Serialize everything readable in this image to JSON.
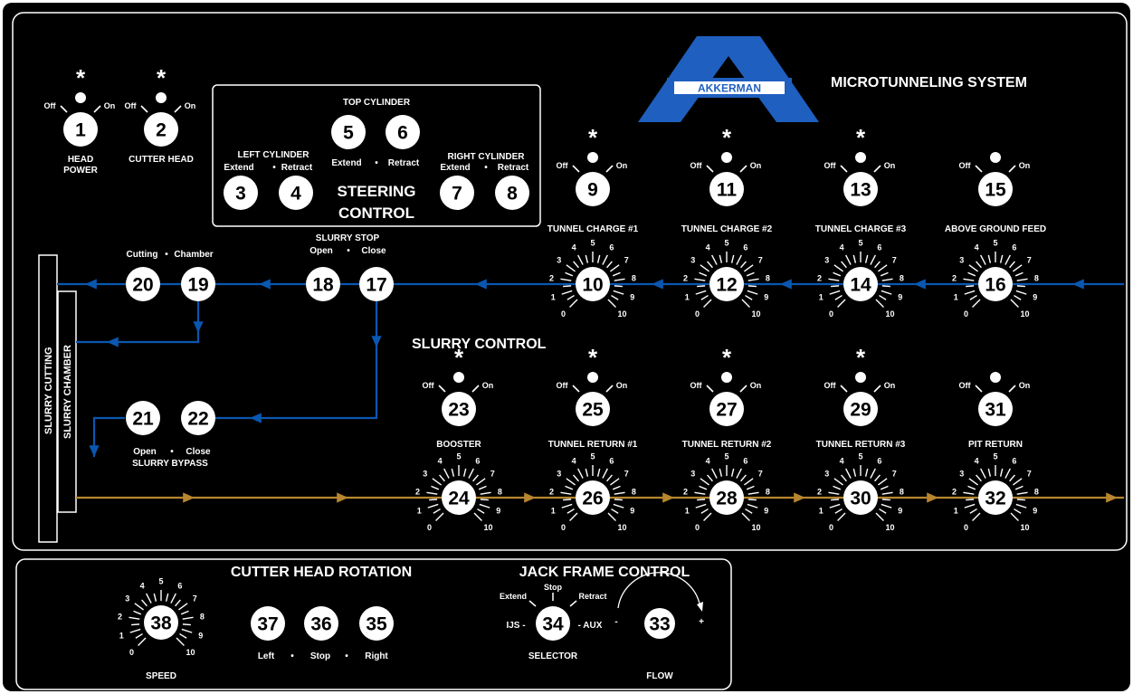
{
  "brand": {
    "logo_text": "AKKERMAN",
    "system_title": "MICROTUNNELING SYSTEM",
    "colors": {
      "panel": "#000000",
      "border": "#ffffff",
      "slurry_blue": "#0a57b0",
      "bypass_gold": "#b8862e",
      "logo_blue": "#1f5fbf"
    }
  },
  "switches": {
    "s1": {
      "number": "1",
      "left": "Off",
      "right": "On",
      "caption1": "HEAD",
      "caption2": "POWER",
      "indicator": "*"
    },
    "s2": {
      "number": "2",
      "left": "Off",
      "right": "On",
      "caption1": "CUTTER HEAD",
      "indicator": "*"
    },
    "s9": {
      "number": "9",
      "left": "Off",
      "right": "On",
      "indicator": "*"
    },
    "s11": {
      "number": "11",
      "left": "Off",
      "right": "On",
      "indicator": "*"
    },
    "s13": {
      "number": "13",
      "left": "Off",
      "right": "On",
      "indicator": "*"
    },
    "s15": {
      "number": "15",
      "left": "Off",
      "right": "On"
    },
    "s23": {
      "number": "23",
      "left": "Off",
      "right": "On",
      "indicator": "*"
    },
    "s25": {
      "number": "25",
      "left": "Off",
      "right": "On",
      "indicator": "*"
    },
    "s27": {
      "number": "27",
      "left": "Off",
      "right": "On",
      "indicator": "*"
    },
    "s29": {
      "number": "29",
      "left": "Off",
      "right": "On",
      "indicator": "*"
    },
    "s31": {
      "number": "31",
      "left": "Off",
      "right": "On"
    }
  },
  "steering": {
    "top_title": "TOP CYLINDER",
    "top_extend": "Extend",
    "top_sep": "•",
    "top_retract": "Retract",
    "left_title": "LEFT CYLINDER",
    "left_extend": "Extend",
    "left_sep": "•",
    "left_retract": "Retract",
    "right_title": "RIGHT CYLINDER",
    "right_extend": "Extend",
    "right_sep": "•",
    "right_retract": "Retract",
    "title1": "STEERING",
    "title2": "CONTROL",
    "buttons": [
      "3",
      "4",
      "5",
      "6",
      "7",
      "8"
    ]
  },
  "dials": {
    "d10": {
      "number": "10",
      "caption": "TUNNEL CHARGE #1"
    },
    "d12": {
      "number": "12",
      "caption": "TUNNEL CHARGE #2"
    },
    "d14": {
      "number": "14",
      "caption": "TUNNEL CHARGE #3"
    },
    "d16": {
      "number": "16",
      "caption": "ABOVE GROUND FEED"
    },
    "d24": {
      "number": "24",
      "caption": "BOOSTER"
    },
    "d26": {
      "number": "26",
      "caption": "TUNNEL RETURN #1"
    },
    "d28": {
      "number": "28",
      "caption": "TUNNEL RETURN #2"
    },
    "d30": {
      "number": "30",
      "caption": "TUNNEL RETURN #3"
    },
    "d32": {
      "number": "32",
      "caption": "PIT RETURN"
    },
    "d38": {
      "number": "38",
      "caption": "SPEED"
    },
    "scale": [
      "0",
      "1",
      "2",
      "3",
      "4",
      "5",
      "6",
      "7",
      "8",
      "9",
      "10"
    ]
  },
  "slurry": {
    "section_title": "SLURRY CONTROL",
    "cutting_label": "Cutting",
    "chamber_label": "Chamber",
    "sep": "•",
    "stop_title": "SLURRY STOP",
    "stop_open": "Open",
    "stop_close": "Close",
    "bypass_open": "Open",
    "bypass_close": "Close",
    "bypass_title": "SLURRY BYPASS",
    "vertical_cutting": "SLURRY CUTTING",
    "vertical_chamber": "SLURRY CHAMBER",
    "valves": [
      "17",
      "18",
      "19",
      "20",
      "21",
      "22"
    ]
  },
  "cutter_rotation": {
    "title": "CUTTER HEAD ROTATION",
    "left": "Left",
    "stop": "Stop",
    "right": "Right",
    "sep": "•",
    "buttons": [
      "35",
      "36",
      "37"
    ]
  },
  "jack_frame": {
    "title": "JACK FRAME CONTROL",
    "extend": "Extend",
    "stop": "Stop",
    "retract": "Retract",
    "ijs": "IJS -",
    "aux": "- AUX",
    "selector": "SELECTOR",
    "selector_number": "34",
    "flow_number": "33",
    "flow_label": "FLOW",
    "minus": "-",
    "plus": "+"
  }
}
